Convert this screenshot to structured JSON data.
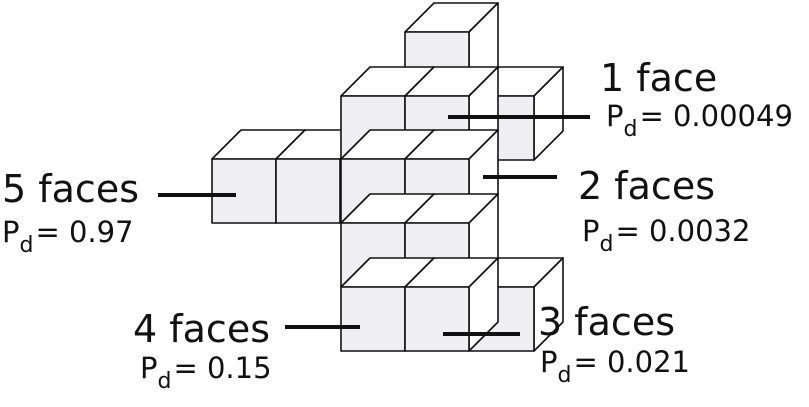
{
  "colors": {
    "front": "#efeff1",
    "side": "#ffffff",
    "stroke": "#111111",
    "text": "#111111"
  },
  "labels": [
    {
      "id": "one",
      "title": "1 face",
      "p_sym": "P",
      "p_sub": "d",
      "p_value": "= 0.00049"
    },
    {
      "id": "two",
      "title": "2 faces",
      "p_sym": "P",
      "p_sub": "d",
      "p_value": "= 0.0032"
    },
    {
      "id": "three",
      "title": "3 faces",
      "p_sym": "P",
      "p_sub": "d",
      "p_value": "= 0.021"
    },
    {
      "id": "four",
      "title": "4 faces",
      "p_sym": "P",
      "p_sub": "d",
      "p_value": "= 0.15"
    },
    {
      "id": "five",
      "title": "5 faces",
      "p_sym": "P",
      "p_sub": "d",
      "p_value": "= 0.97"
    }
  ]
}
